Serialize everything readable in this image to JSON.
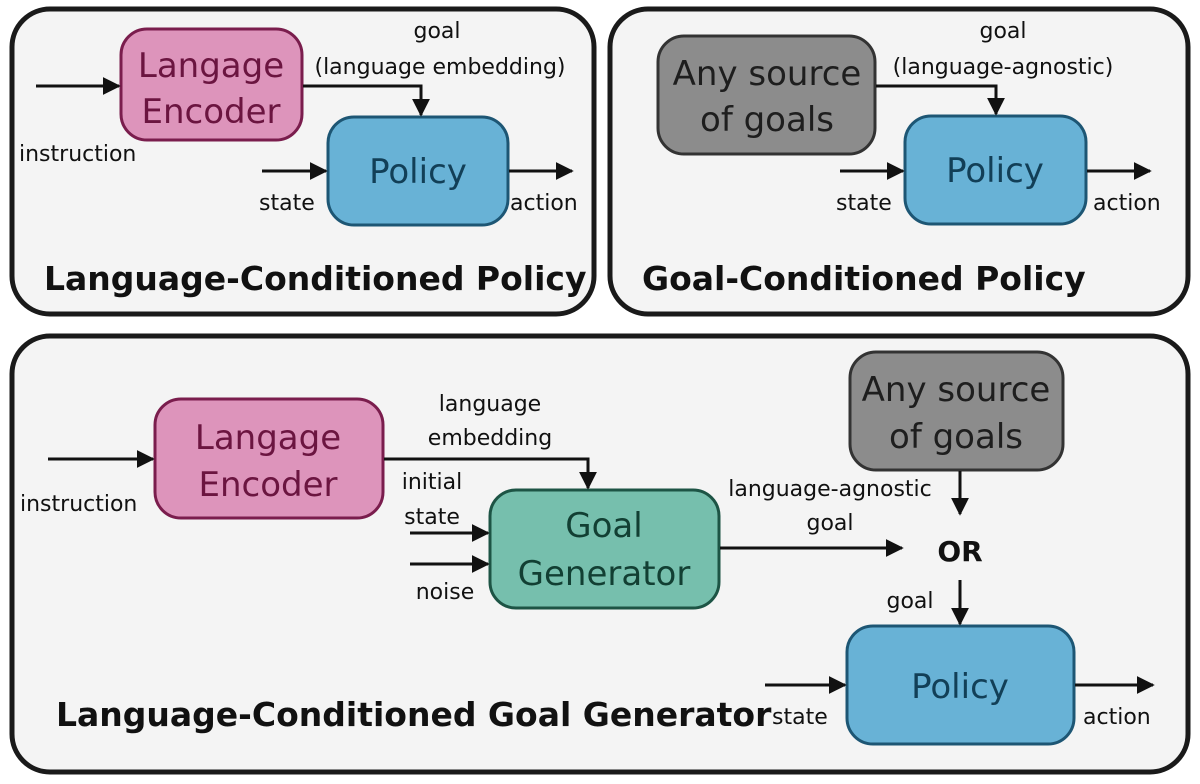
{
  "colors": {
    "encoder_fill": "#dd94bb",
    "encoder_stroke": "#7a1d4d",
    "encoder_text": "#6b1540",
    "policy_fill": "#68b2d6",
    "policy_stroke": "#1d5674",
    "policy_text": "#123f57",
    "source_fill": "#8c8c8c",
    "source_stroke": "#333333",
    "source_text": "#1e1e1e",
    "generator_fill": "#76bfad",
    "generator_stroke": "#1d5445",
    "generator_text": "#123f33",
    "panel_fill": "#f4f4f4"
  },
  "panel_language_policy": {
    "title": "Language-Conditioned Policy",
    "encoder": {
      "line1": "Langage",
      "line2": "Encoder"
    },
    "policy": {
      "label": "Policy"
    },
    "goal_label": {
      "line1": "goal",
      "line2": "(language embedding)"
    },
    "instruction": "instruction",
    "state": "state",
    "action": "action"
  },
  "panel_goal_policy": {
    "title": "Goal-Conditioned Policy",
    "source": {
      "line1": "Any source",
      "line2": "of goals"
    },
    "policy": {
      "label": "Policy"
    },
    "goal_label": {
      "line1": "goal",
      "line2": "(language-agnostic)"
    },
    "state": "state",
    "action": "action"
  },
  "panel_goal_generator": {
    "title": "Language-Conditioned Goal Generator",
    "encoder": {
      "line1": "Langage",
      "line2": "Encoder"
    },
    "generator": {
      "line1": "Goal",
      "line2": "Generator"
    },
    "source": {
      "line1": "Any source",
      "line2": "of goals"
    },
    "policy": {
      "label": "Policy"
    },
    "instruction": "instruction",
    "embedding_label": {
      "line1": "language",
      "line2": "embedding"
    },
    "initial_state": {
      "line1": "initial",
      "line2": "state"
    },
    "noise": "noise",
    "agnostic_label": {
      "line1": "language-agnostic",
      "line2": "goal"
    },
    "or": "OR",
    "goal": "goal",
    "state": "state",
    "action": "action"
  }
}
